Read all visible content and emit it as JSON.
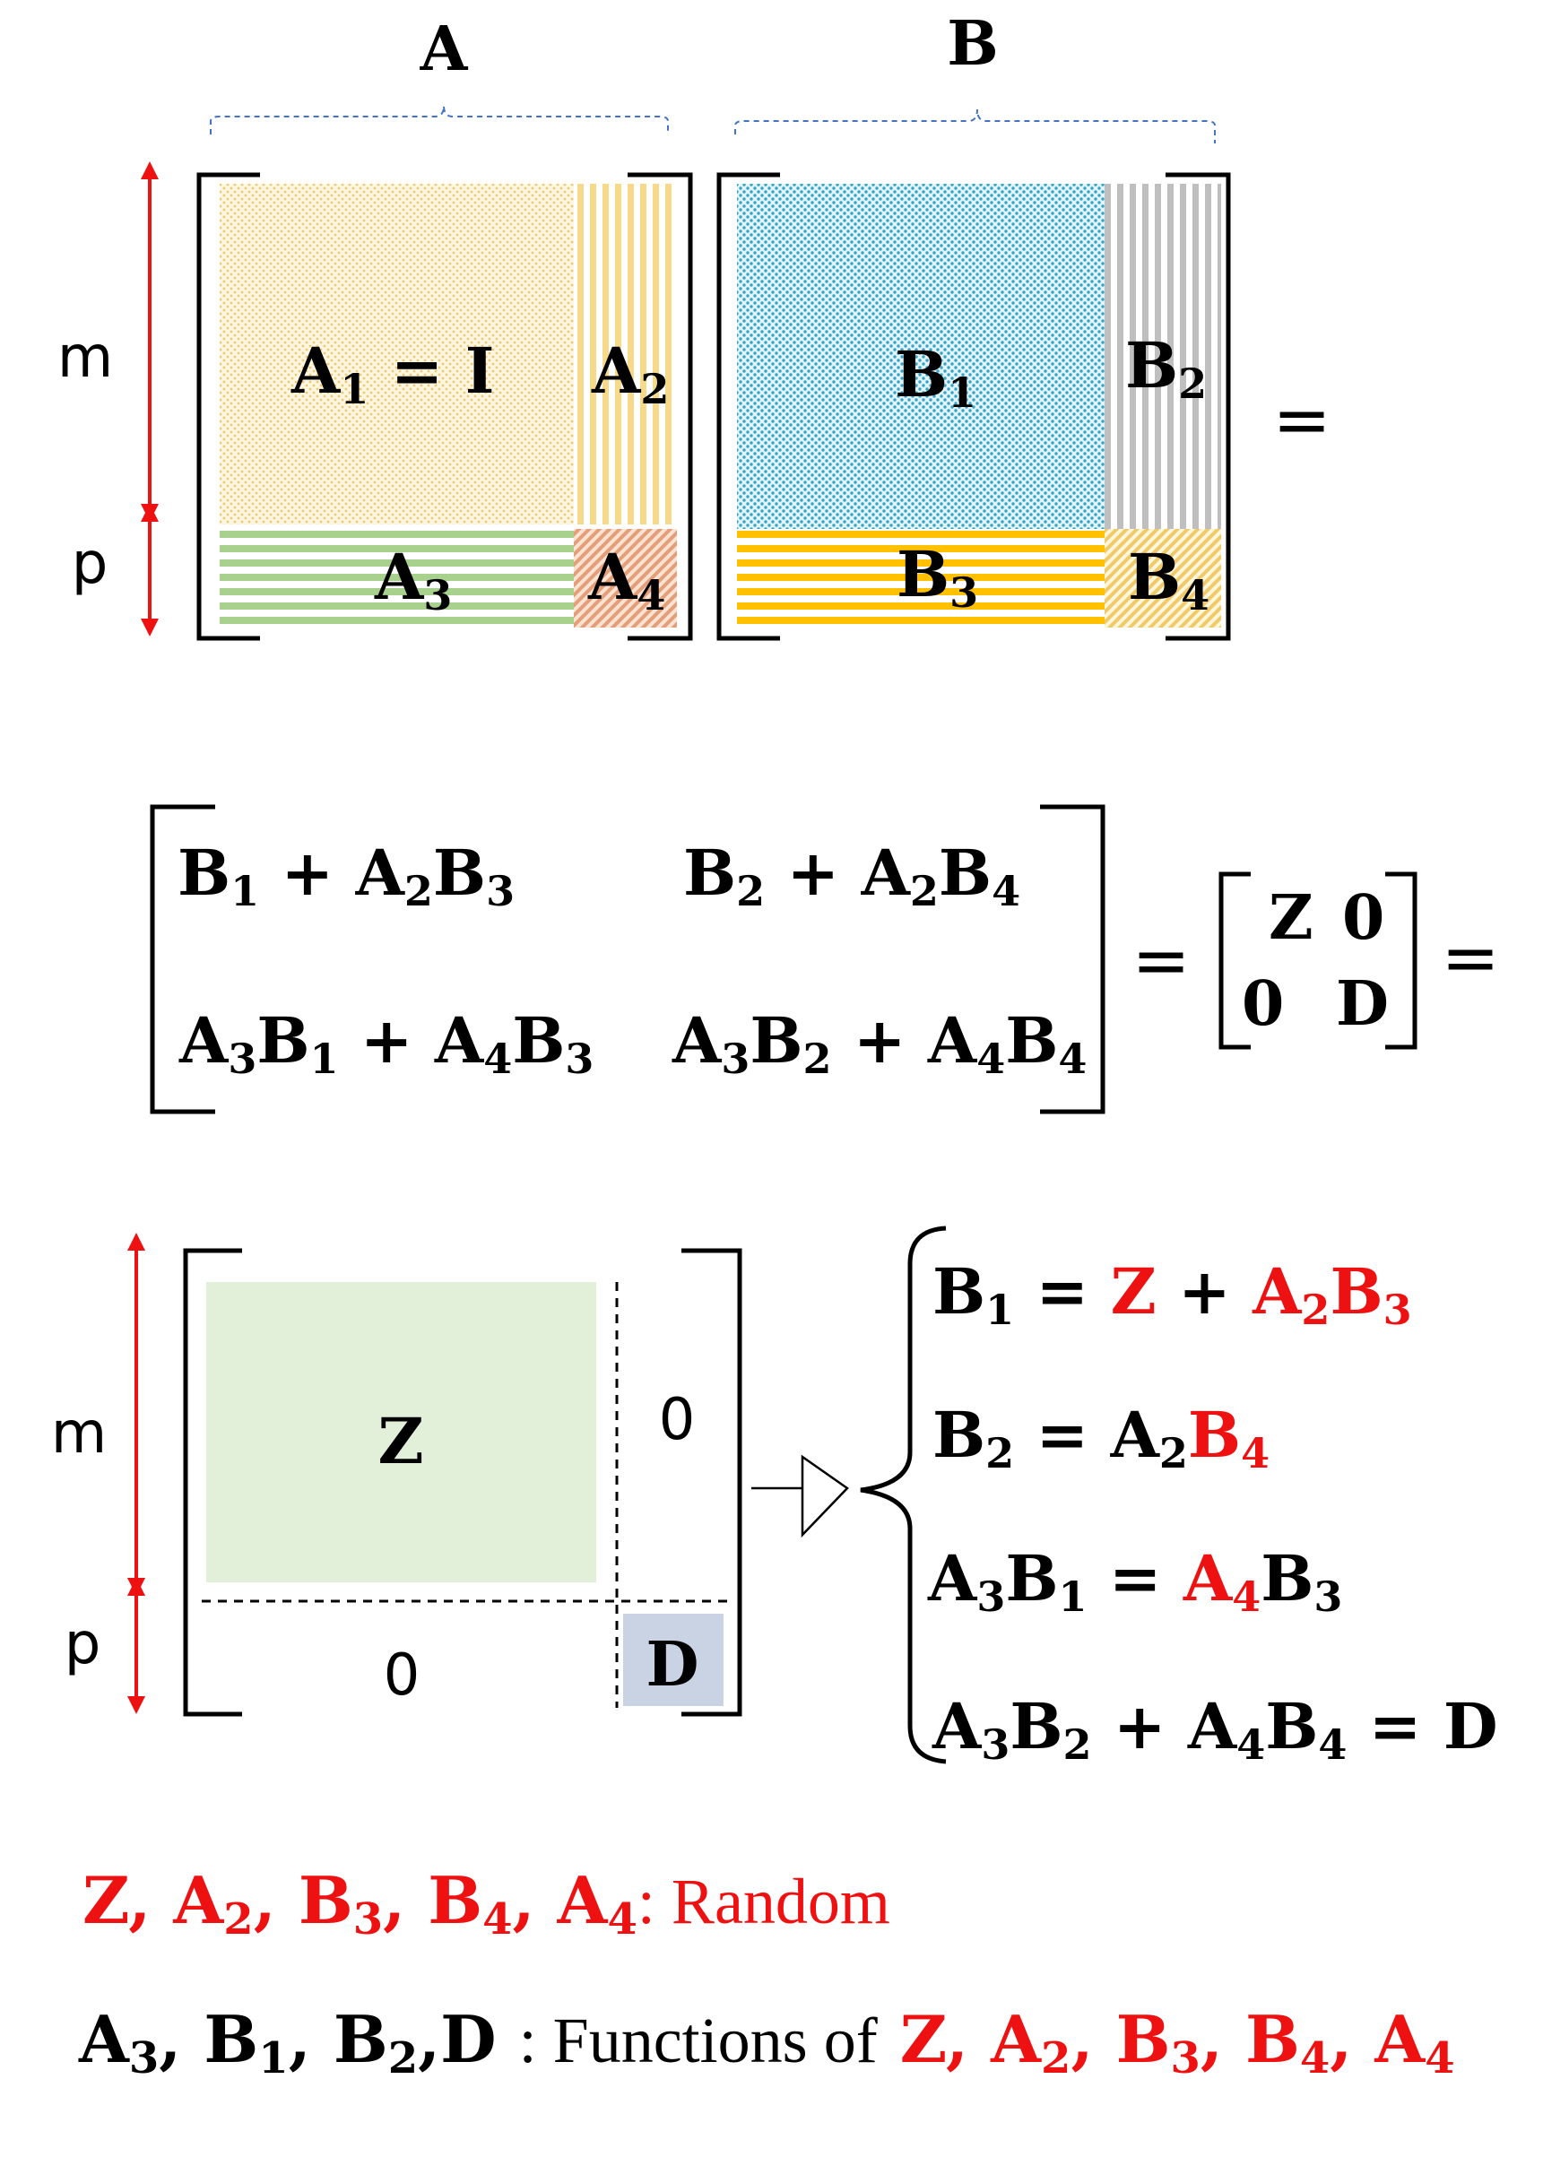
{
  "colors": {
    "red": "#ee1111",
    "bracket_blue": "#4472c4",
    "yellow_dots": "#f2c968",
    "yellow_stripe": "#f7d98a",
    "green_stripe": "#a9d18e",
    "orange_hatch": "#e49e78",
    "blue_dots": "#33a6c8",
    "gray_stripe": "#bfbfbf",
    "gold_stripe": "#ffc000",
    "z_fill": "#e2efd9",
    "d_fill": "#c9d3e3"
  },
  "top": {
    "label_A": "A",
    "label_B": "B",
    "dim_m": "m",
    "dim_p": "p",
    "A1_text": "A",
    "A1_sub": "1",
    "A1_rest": " = I",
    "A2_text": "A",
    "A2_sub": "2",
    "A3_text": "A",
    "A3_sub": "3",
    "A4_text": "A",
    "A4_sub": "4",
    "B1_text": "B",
    "B1_sub": "1",
    "B2_text": "B",
    "B2_sub": "2",
    "B3_text": "B",
    "B3_sub": "3",
    "B4_text": "B",
    "B4_sub": "4",
    "equals": "="
  },
  "product": {
    "equals1": "=",
    "equals2": "=",
    "zd": {
      "z": "Z",
      "zero1": "0",
      "zero2": "0",
      "d": "D"
    }
  },
  "bottom": {
    "dim_m": "m",
    "dim_p": "p",
    "z": "Z",
    "zero_right": "0",
    "zero_bottom": "0",
    "d": "D"
  },
  "legend": {
    "random_label": ": Random",
    "functions_label": ": Functions of"
  }
}
